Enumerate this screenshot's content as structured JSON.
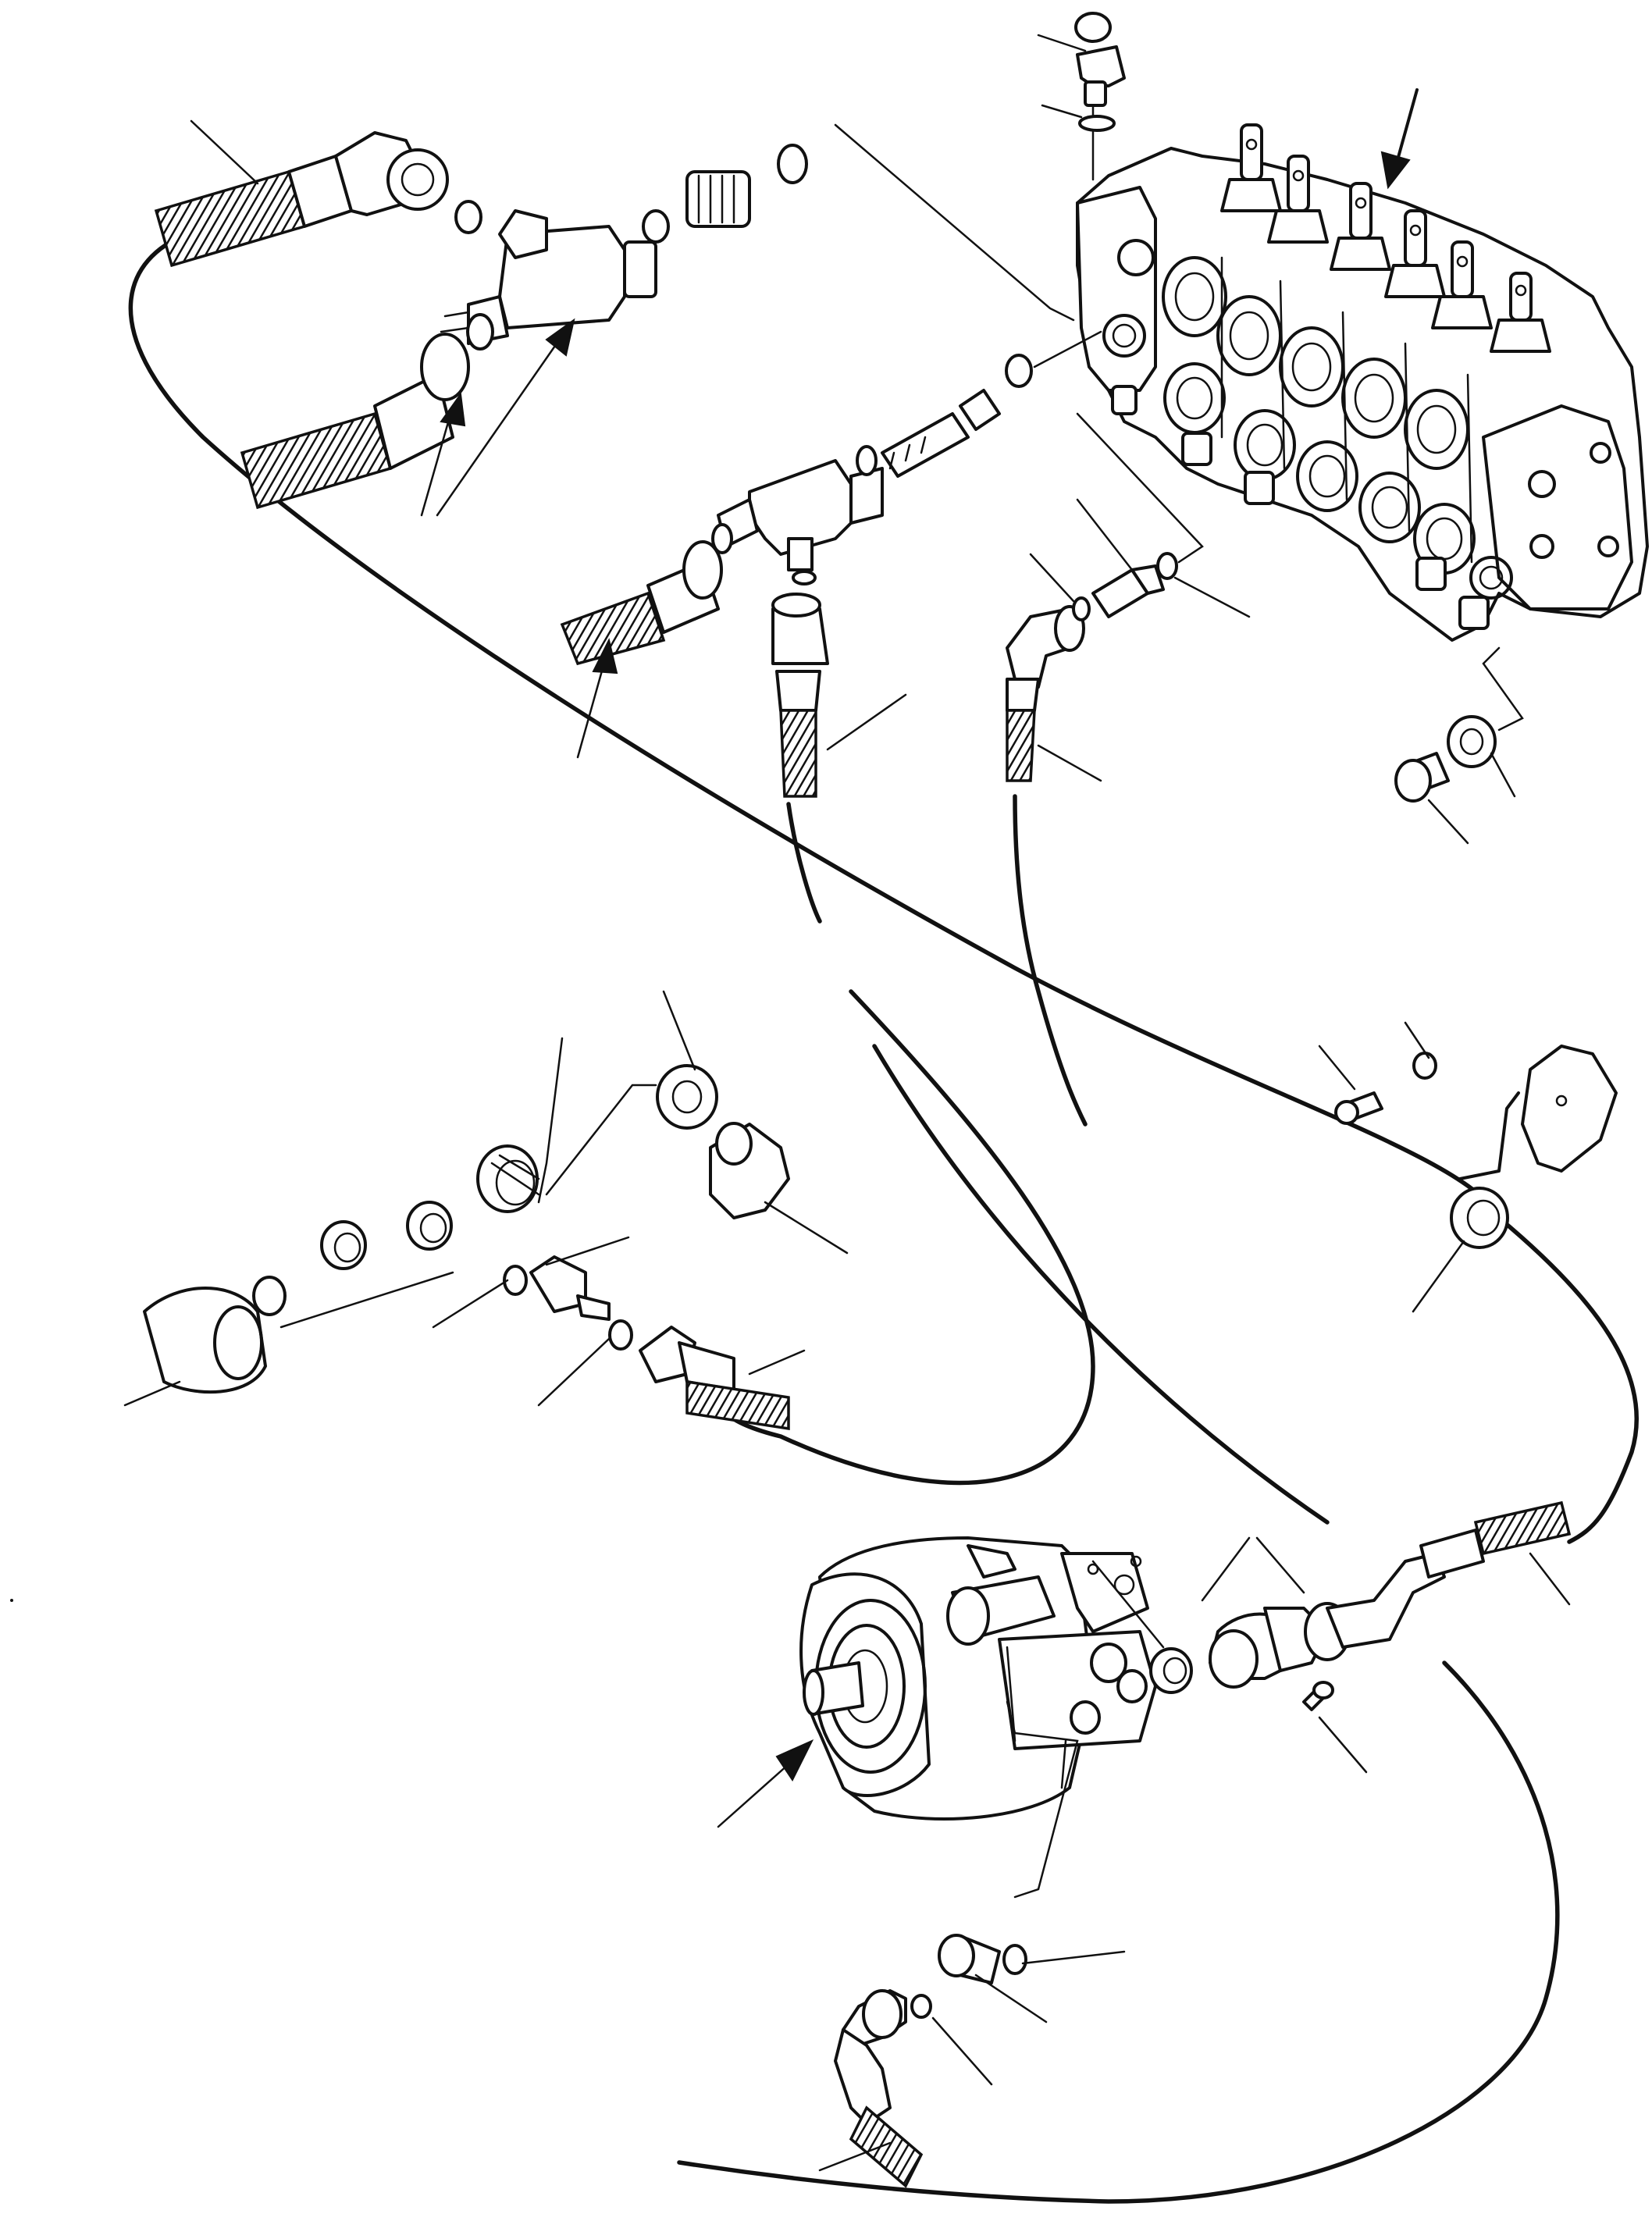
{
  "figure": {
    "type": "exploded-parts-diagram",
    "labels_printed": false,
    "colors": {
      "ink": "#111111",
      "paper": "#ffffff"
    }
  },
  "components": [
    {
      "name": "control-valve-block",
      "icon": "valve-block-icon"
    },
    {
      "name": "hydraulic-pump",
      "icon": "pump-icon"
    },
    {
      "name": "tee-fitting-upper",
      "icon": "tee-fitting-icon"
    },
    {
      "name": "tee-fitting-lower",
      "icon": "tee-fitting-icon"
    },
    {
      "name": "relief-valve-cap",
      "icon": "cap-icon"
    },
    {
      "name": "hose-assembly",
      "icon": "hose-icon"
    },
    {
      "name": "pump-flange-clamp",
      "icon": "flange-icon"
    },
    {
      "name": "bulkhead-bracket",
      "icon": "bracket-icon"
    },
    {
      "name": "plug",
      "icon": "plug-icon"
    },
    {
      "name": "sleeve",
      "icon": "sleeve-icon"
    }
  ]
}
